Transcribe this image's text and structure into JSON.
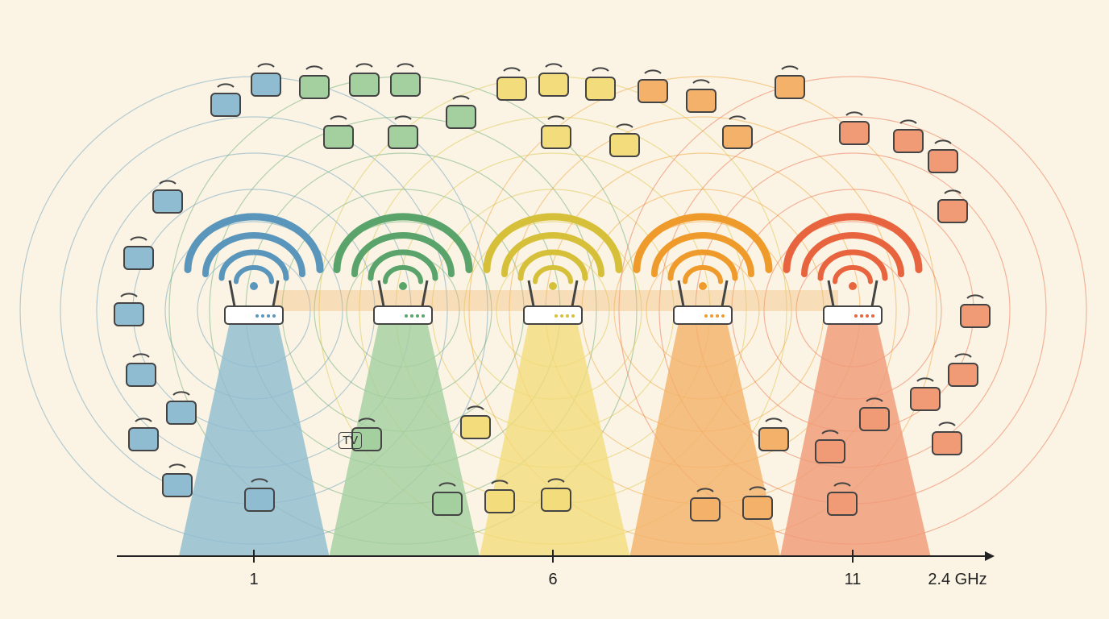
{
  "axis": {
    "ticks": [
      {
        "label": "1",
        "channel": 1
      },
      {
        "label": "6",
        "channel": 6
      },
      {
        "label": "11",
        "channel": 11
      }
    ],
    "unit_label": "2.4 GHz"
  },
  "channels": [
    {
      "name": "channel-1",
      "color": "#5a96bb",
      "fill": "#8fbcd0"
    },
    {
      "name": "channel-3",
      "color": "#5aa36a",
      "fill": "#a4cf9f"
    },
    {
      "name": "channel-6",
      "color": "#d6c03a",
      "fill": "#f2dc7c"
    },
    {
      "name": "channel-8",
      "color": "#ef9b2c",
      "fill": "#f4b169"
    },
    {
      "name": "channel-11",
      "color": "#e8643f",
      "fill": "#f09a76"
    }
  ],
  "tv_label": "TV",
  "devices": [
    "lightbulb-icon",
    "thermometer-icon",
    "gauge-icon",
    "webcam-icon",
    "speaker-icon",
    "smart-plug-icon",
    "phone-icon",
    "monitor-icon",
    "tablet-icon",
    "smartwatch-icon",
    "headphones-icon",
    "laptop-icon",
    "security-camera-icon",
    "microphone-icon",
    "keyboard-icon",
    "mouse-icon",
    "tv-icon",
    "media-player-icon",
    "projector-icon"
  ]
}
